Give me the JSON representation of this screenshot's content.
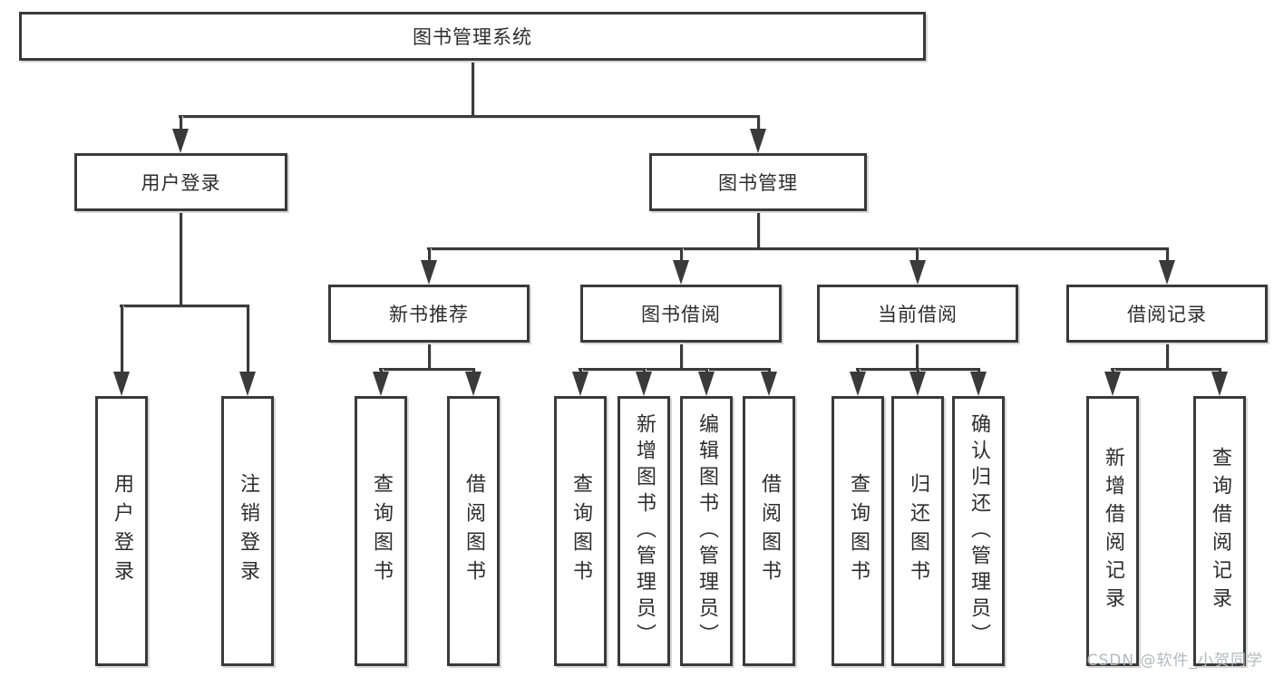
{
  "diagram": {
    "title_node": {
      "label": "图书管理系统"
    },
    "login": {
      "label": "用户登录",
      "children": [
        {
          "label": "用户登录"
        },
        {
          "label": "注销登录"
        }
      ]
    },
    "management": {
      "label": "图书管理",
      "groups": [
        {
          "label": "新书推荐",
          "children": [
            {
              "label": "查询图书"
            },
            {
              "label": "借阅图书"
            }
          ]
        },
        {
          "label": "图书借阅",
          "children": [
            {
              "label": "查询图书"
            },
            {
              "label": "新增图书（管理员）"
            },
            {
              "label": "编辑图书（管理员）"
            },
            {
              "label": "借阅图书"
            }
          ]
        },
        {
          "label": "当前借阅",
          "children": [
            {
              "label": "查询图书"
            },
            {
              "label": "归还图书"
            },
            {
              "label": "确认归还（管理员）"
            }
          ]
        },
        {
          "label": "借阅记录",
          "children": [
            {
              "label": "新增借阅记录"
            },
            {
              "label": "查询借阅记录"
            }
          ]
        }
      ]
    }
  },
  "watermark": {
    "text": "CSDN @软件_小贺同学"
  },
  "colors": {
    "line": "#3a3a3a",
    "text": "#2d2d2d",
    "background": "#ffffff",
    "watermark": "#b4b8bd"
  }
}
